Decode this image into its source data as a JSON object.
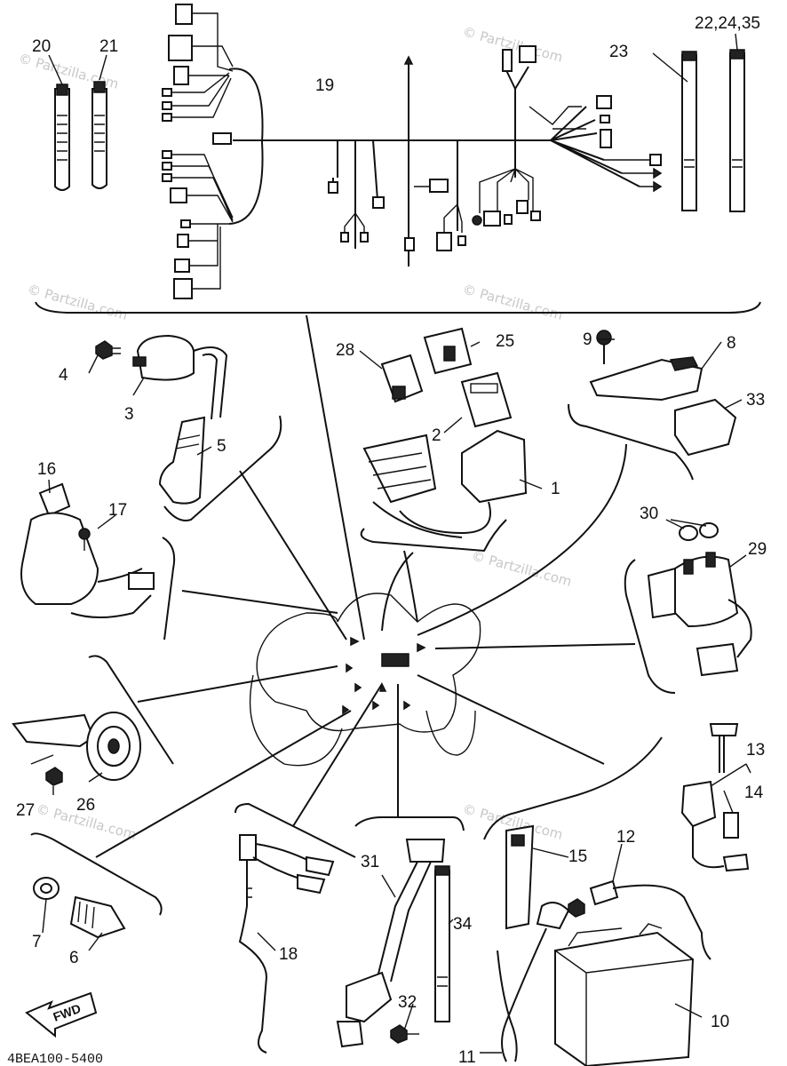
{
  "watermark": "© Partzilla.com",
  "diagram_code": "4BEA100-5400",
  "fwd_label": "FWD",
  "callouts": {
    "c1": "1",
    "c2": "2",
    "c3": "3",
    "c4": "4",
    "c5": "5",
    "c6": "6",
    "c7": "7",
    "c8": "8",
    "c9": "9",
    "c10": "10",
    "c11": "11",
    "c12": "12",
    "c13": "13",
    "c14": "14",
    "c15": "15",
    "c16": "16",
    "c17": "17",
    "c18": "18",
    "c19": "19",
    "c20": "20",
    "c21": "21",
    "c22": "22,24,35",
    "c23": "23",
    "c25": "25",
    "c26": "26",
    "c27": "27",
    "c28": "28",
    "c29": "29",
    "c30": "30",
    "c31": "31",
    "c32": "32",
    "c33": "33",
    "c34": "34"
  }
}
